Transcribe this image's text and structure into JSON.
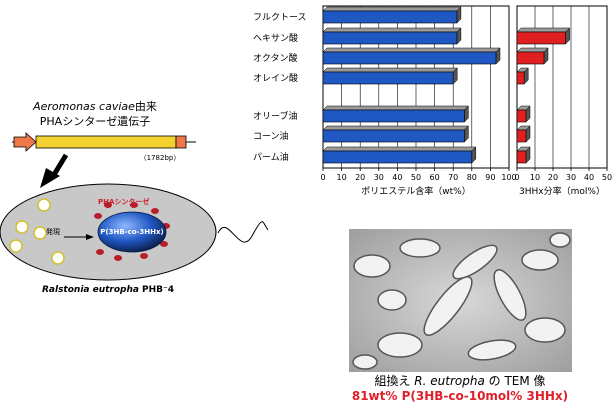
{
  "gene": {
    "title_italic": "Aeromonas caviae",
    "title_rest": "由来",
    "subtitle": "PHAシンターゼ遺伝子",
    "size": "（1782bp）"
  },
  "cell": {
    "enzyme_label": "PHAシンターゼ",
    "expression_label": "発現",
    "granule_label": "P(3HB-co-3HHx)",
    "organism": "Ralstonia eutropha",
    "strain": "PHB⁻4"
  },
  "micrograph": {
    "caption_prefix": "組換え ",
    "caption_italic": "R. eutropha",
    "caption_suffix": " の TEM 像",
    "caption_red": "81wt% P(3HB-co-10mol% 3HHx)"
  },
  "colors": {
    "bar_left": "#1f57c3",
    "bar_right": "#e02020",
    "gene_body": "#f2d130",
    "promoter": "#f07848",
    "cell_fill": "#c8c8c8",
    "granule": "#1f57c3",
    "enzyme": "#b81e2a"
  },
  "chart_data": [
    {
      "type": "bar",
      "orientation": "horizontal",
      "categories": [
        "フルクトース",
        "ヘキサン酸",
        "オクタン酸",
        "オレイン酸",
        "オリーブ油",
        "コーン油",
        "パーム油"
      ],
      "values": [
        72,
        72,
        93,
        70,
        76,
        76,
        80
      ],
      "xlabel": "ポリエステル含率（wt%）",
      "xlim": [
        0,
        100
      ],
      "xticks": [
        0,
        10,
        20,
        30,
        40,
        50,
        60,
        70,
        80,
        90,
        100
      ],
      "grid": true
    },
    {
      "type": "bar",
      "orientation": "horizontal",
      "categories": [
        "フルクトース",
        "ヘキサン酸",
        "オクタン酸",
        "オレイン酸",
        "オリーブ油",
        "コーン油",
        "パーム油"
      ],
      "values": [
        0,
        27,
        15,
        4,
        5,
        5,
        5
      ],
      "xlabel": "3HHx分率（mol%）",
      "xlim": [
        0,
        50
      ],
      "xticks": [
        0,
        10,
        20,
        30,
        40,
        50
      ],
      "grid": true
    }
  ]
}
